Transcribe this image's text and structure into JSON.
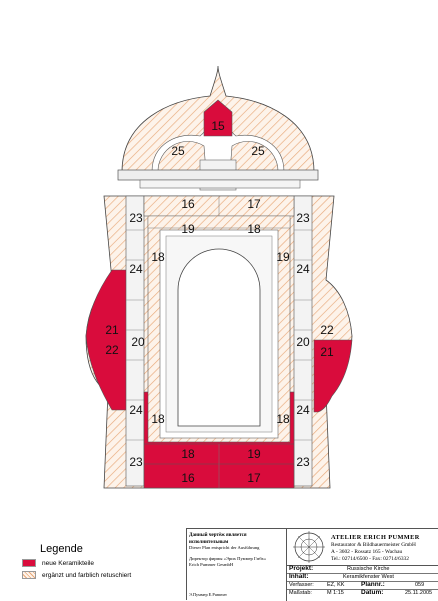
{
  "drawing": {
    "labels": {
      "n15": "15",
      "n25a": "25",
      "n25b": "25",
      "n16t": "16",
      "n17t": "17",
      "n23a": "23",
      "n23b": "23",
      "n19t": "19",
      "n18t": "18",
      "n18l": "18",
      "n19r": "19",
      "n24a": "24",
      "n24b": "24",
      "n21a": "21",
      "n22a": "22",
      "n22b": "22",
      "n20a": "20",
      "n20b": "20",
      "n21b": "21",
      "n24c": "24",
      "n18bl": "18",
      "n18br": "18",
      "n24d": "24",
      "n23c": "23",
      "n18b": "18",
      "n19b": "19",
      "n23d": "23",
      "n16b": "16",
      "n17b": "17"
    }
  },
  "legend": {
    "title": "Legende",
    "new_label": "neue Keramikteile",
    "retouch_label": "ergänzt und farblich retuschiert",
    "new_color": "#d90c3c",
    "hatch_color": "#e8a878"
  },
  "titleblock": {
    "ru_line1": "Данный чертёж является",
    "ru_line2": "исполнительным",
    "de_line": "Dieser Plan entspricht der Ausführung",
    "ru_director": "Директор фирмы «Эрих Пуммер Гмбх»",
    "company_short": "Erich Pummer GesmbH",
    "signature": "Э.Пуммер  E.Pummer",
    "company": "ATELIER ERICH PUMMER",
    "company_sub": "Restaurator & Bildhauermeister GmbH",
    "address": "A - 3602 - Rossatz 165 - Wachau",
    "phone": "Tel.: 02714/6500 - Fax: 02714/6332",
    "projekt_key": "Projekt:",
    "projekt_val": "Russische Kirche",
    "inhalt_key": "Inhalt:",
    "inhalt_val": "Keramikfenster West",
    "verfasser_key": "Verfasser:",
    "verfasser_val": "EZ, KK",
    "plannr_key": "Plannr.:",
    "plannr_val": "059",
    "massstab_key": "Maßstab:",
    "massstab_val": "M 1:15",
    "datum_key": "Datum:",
    "datum_val": "25.11.2005"
  }
}
